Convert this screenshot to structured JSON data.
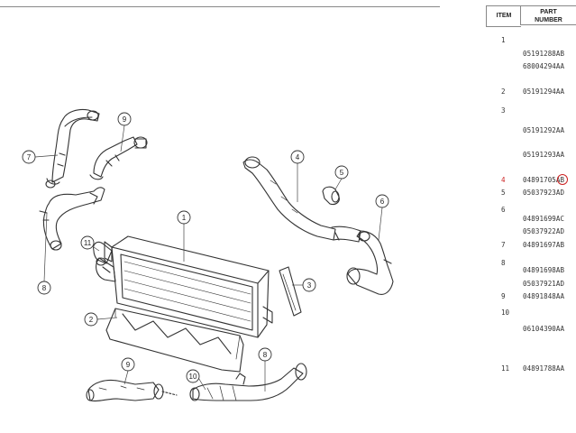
{
  "table": {
    "header_item": "ITEM",
    "header_part_line1": "PART",
    "header_part_line2": "NUMBER",
    "rows": [
      {
        "item": "1",
        "part": ""
      },
      {
        "item": "",
        "part": "05191288AB"
      },
      {
        "item": "",
        "part": "68004294AA"
      },
      {
        "item": "2",
        "part": "05191294AA"
      },
      {
        "item": "3",
        "part": ""
      },
      {
        "item": "",
        "part": "05191292AA"
      },
      {
        "item": "",
        "part": "05191293AA"
      },
      {
        "item": "4",
        "part": "04891705AB"
      },
      {
        "item": "5",
        "part": "05037923AD"
      },
      {
        "item": "6",
        "part": ""
      },
      {
        "item": "",
        "part": "04891699AC"
      },
      {
        "item": "",
        "part": "05037922AD"
      },
      {
        "item": "7",
        "part": "04891697AB"
      },
      {
        "item": "8",
        "part": ""
      },
      {
        "item": "",
        "part": "04891698AB"
      },
      {
        "item": "",
        "part": "05037921AD"
      },
      {
        "item": "9",
        "part": "04891848AA"
      },
      {
        "item": "10",
        "part": ""
      },
      {
        "item": "",
        "part": "06104390AA"
      },
      {
        "item": "11",
        "part": "04891788AA"
      }
    ]
  },
  "callouts": [
    "1",
    "2",
    "3",
    "4",
    "5",
    "6",
    "7",
    "8",
    "9",
    "10",
    "11"
  ],
  "annotation_color": "#cc2222"
}
